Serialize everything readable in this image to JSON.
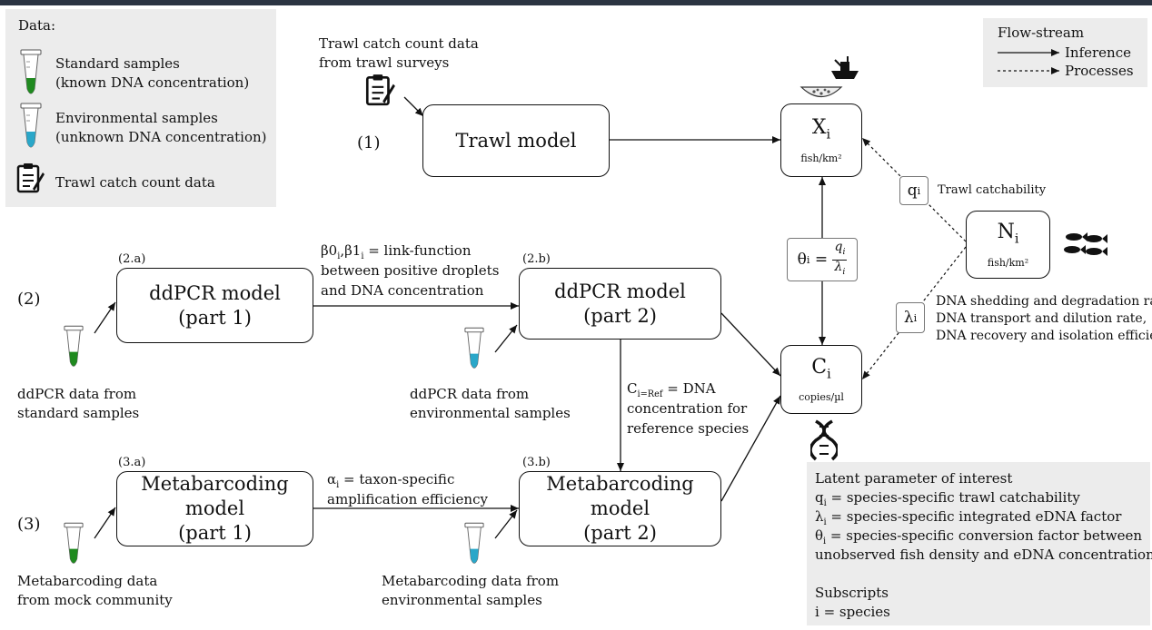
{
  "legend_data": {
    "title": "Data:",
    "standard_line1": "Standard samples",
    "standard_line2": "(known DNA concentration)",
    "env_line1": "Environmental samples",
    "env_line2": "(unknown DNA concentration)",
    "trawl": "Trawl catch count data"
  },
  "legend_flow": {
    "title": "Flow-stream",
    "inference": "Inference",
    "processes": "Processes"
  },
  "labels": {
    "trawl_source_line1": "Trawl catch count data",
    "trawl_source_line2": "from trawl surveys",
    "row1": "(1)",
    "row2": "(2)",
    "row3": "(3)",
    "tag_2a": "(2.a)",
    "tag_2b": "(2.b)",
    "tag_3a": "(3.a)",
    "tag_3b": "(3.b)"
  },
  "boxes": {
    "trawl_model": "Trawl model",
    "ddpcr1_line1": "ddPCR model",
    "ddpcr1_line2": "(part 1)",
    "ddpcr2_line1": "ddPCR model",
    "ddpcr2_line2": "(part 2)",
    "meta1_line1": "Metabarcoding model",
    "meta1_line2": "(part 1)",
    "meta2_line1": "Metabarcoding model",
    "meta2_line2": "(part 2)",
    "x_main": "X",
    "x_sub": "i",
    "x_unit": "fish/km²",
    "n_main": "N",
    "n_sub": "i",
    "n_unit": "fish/km²",
    "c_main": "C",
    "c_sub": "i",
    "c_unit": "copies/µl"
  },
  "edges": {
    "beta_line1": " = link-function",
    "beta_line2": "between positive droplets",
    "beta_line3": "and DNA concentration",
    "alpha_line1": " = taxon-specific",
    "alpha_line2": "amplification efficiency",
    "cref_line1": " = DNA",
    "cref_line2": "concentration for",
    "cref_line3": "reference species",
    "q_desc": "Trawl catchability",
    "lambda_line1": "DNA shedding and degradation rate,",
    "lambda_line2": "DNA transport and dilution rate,",
    "lambda_line3": "DNA recovery and isolation efficiency"
  },
  "data_sources": {
    "ddpcr_std_line1": "ddPCR data from",
    "ddpcr_std_line2": "standard samples",
    "ddpcr_env_line1": "ddPCR data from",
    "ddpcr_env_line2": "environmental samples",
    "meta_mock_line1": "Metabarcoding data",
    "meta_mock_line2": "from mock community",
    "meta_env_line1": "Metabarcoding data from",
    "meta_env_line2": "environmental samples"
  },
  "latent": {
    "title": "Latent parameter of interest",
    "q": " = species-specific trawl catchability",
    "lambda": " = species-specific integrated eDNA factor",
    "theta_line1": " = species-specific conversion factor between",
    "theta_line2": "unobserved fish density and eDNA concentration",
    "subs_title": "Subscripts",
    "i_def": "i = species"
  },
  "colors": {
    "standard_liquid": "#1f8a1f",
    "environmental_liquid": "#2aa7c9",
    "panel_bg": "#ececec",
    "top_bar": "#2b3442"
  }
}
